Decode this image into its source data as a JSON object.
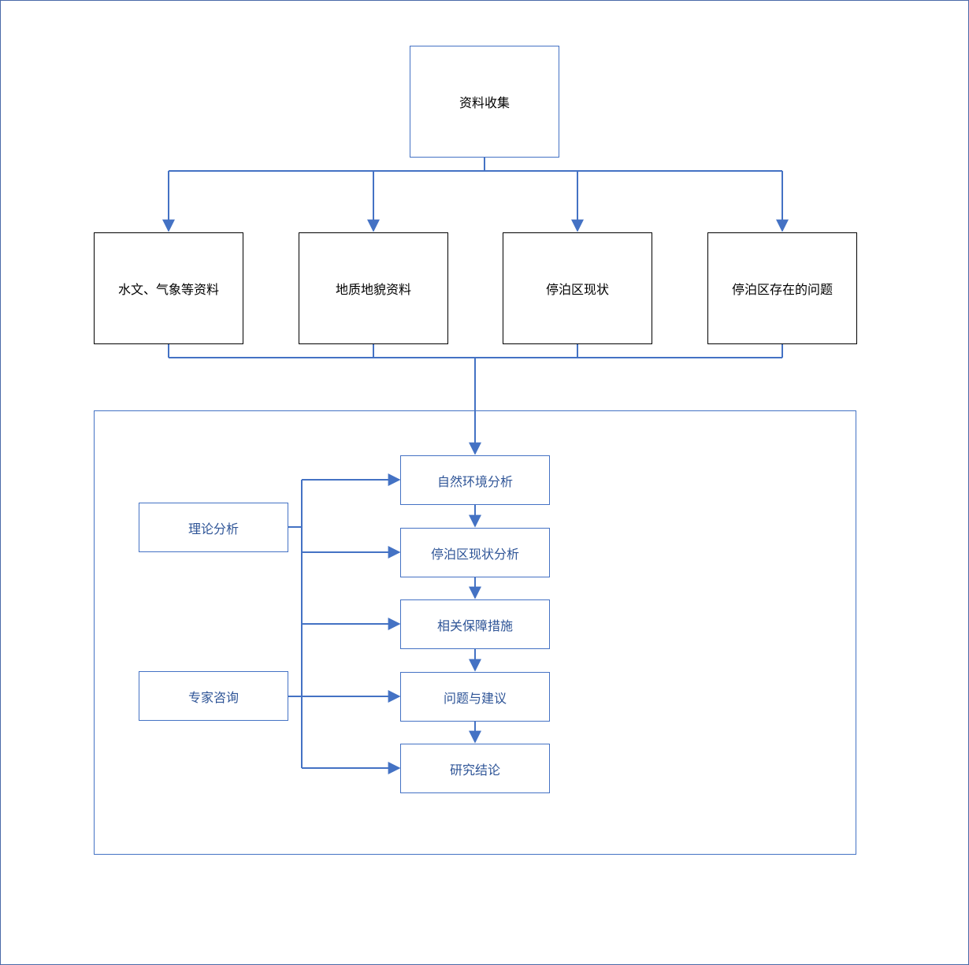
{
  "top": {
    "label": "资料收集"
  },
  "sources": [
    {
      "label": "水文、气象等资料"
    },
    {
      "label": "地质地貌资料"
    },
    {
      "label": "停泊区现状"
    },
    {
      "label": "停泊区存在的问题"
    }
  ],
  "methods": [
    {
      "label": "理论分析"
    },
    {
      "label": "专家咨询"
    }
  ],
  "steps": [
    {
      "label": "自然环境分析"
    },
    {
      "label": "停泊区现状分析"
    },
    {
      "label": "相关保障措施"
    },
    {
      "label": "问题与建议"
    },
    {
      "label": "研究结论"
    }
  ],
  "colors": {
    "line": "#4472c4",
    "text_blue": "#2f5597"
  }
}
